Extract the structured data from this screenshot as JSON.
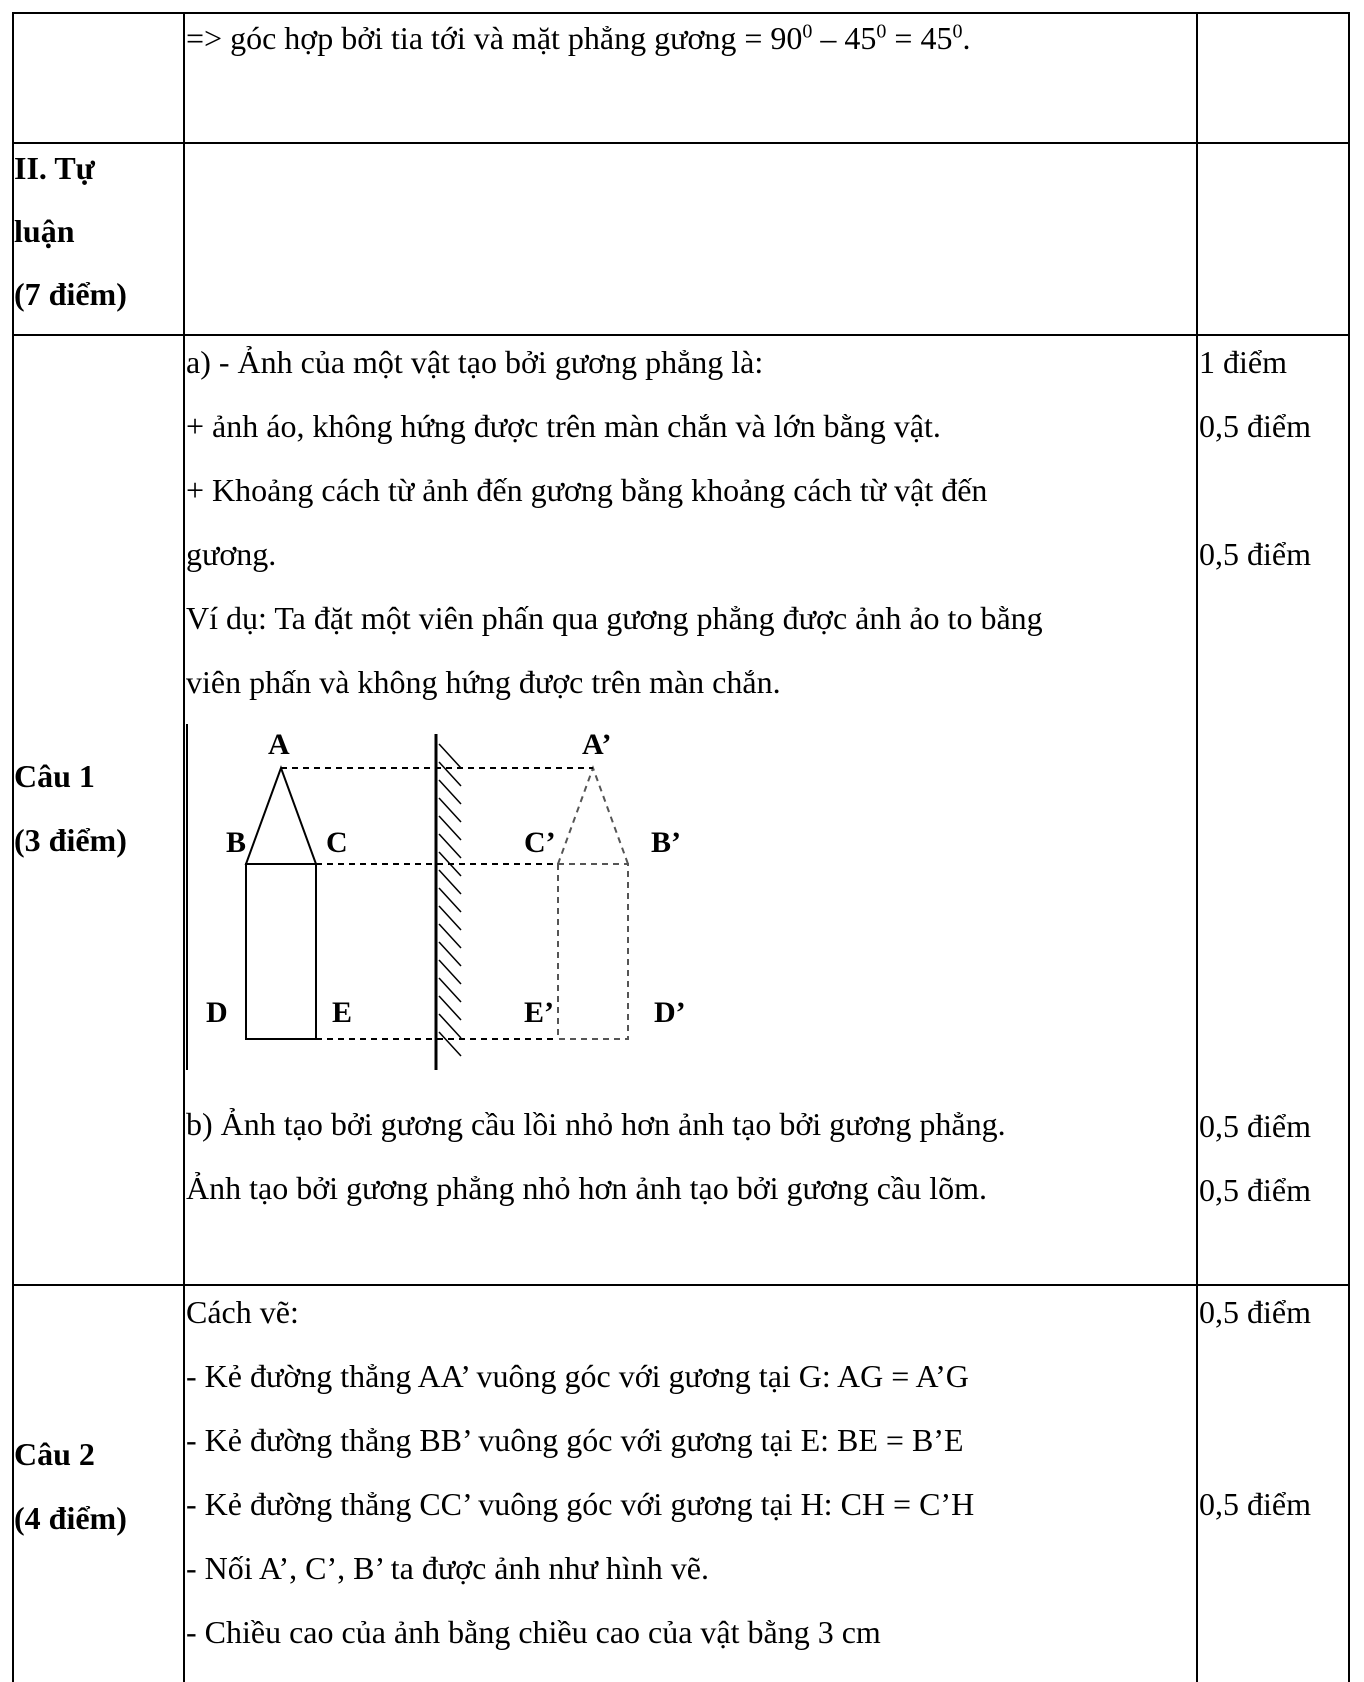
{
  "row_top": {
    "line1_pre": "=> góc hợp bởi tia tới và mặt phẳng gương = 90",
    "sup0": "0",
    "minus": " – 45",
    "eq": " = 45",
    "end": "."
  },
  "section2": {
    "line1": "II. Tự",
    "line2": "luận",
    "line3": "(7 điểm)"
  },
  "cau1": {
    "label1": "Câu 1",
    "label2": "(3 điểm)",
    "lines": [
      "a) - Ảnh của một vật tạo bởi gương phẳng là:",
      "+ ảnh áo, không hứng được trên màn chắn và lớn bằng vật.",
      "+ Khoảng cách từ ảnh đến gương bằng khoảng cách từ vật đến",
      "gương.",
      "Ví dụ: Ta đặt một viên phấn qua gương phẳng được ảnh ảo to bằng",
      "viên phấn và không hứng được trên màn chắn."
    ],
    "lines_b": [
      "b) Ảnh tạo bởi gương cầu lồi nhỏ hơn ảnh tạo bởi gương phẳng.",
      "Ảnh tạo bởi gương phẳng nhỏ hơn ảnh tạo bởi gương cầu lõm."
    ],
    "scores": [
      "1 điểm",
      "0,5 điểm",
      "0,5 điểm",
      "0,5 điểm",
      "0,5 điểm"
    ],
    "diagram_labels": {
      "A": "A",
      "B": "B",
      "C": "C",
      "D": "D",
      "E": "E",
      "A2": "A’",
      "B2": "B’",
      "C2": "C’",
      "D2": "D’",
      "E2": "E’"
    }
  },
  "cau2": {
    "label1": "Câu 2",
    "label2": "(4 điểm)",
    "lines": [
      "Cách vẽ:",
      "- Kẻ đường thẳng AA’ vuông góc với gương tại G: AG = A’G",
      "- Kẻ đường thẳng BB’ vuông góc với gương tại E: BE = B’E",
      "- Kẻ đường thẳng CC’ vuông góc với gương tại H: CH = C’H",
      "- Nối A’, C’, B’ ta được ảnh như hình vẽ.",
      "- Chiều cao của ảnh bằng chiều cao của vật bằng 3 cm"
    ],
    "scores": [
      "0,5 điểm",
      "0,5 điểm"
    ]
  }
}
